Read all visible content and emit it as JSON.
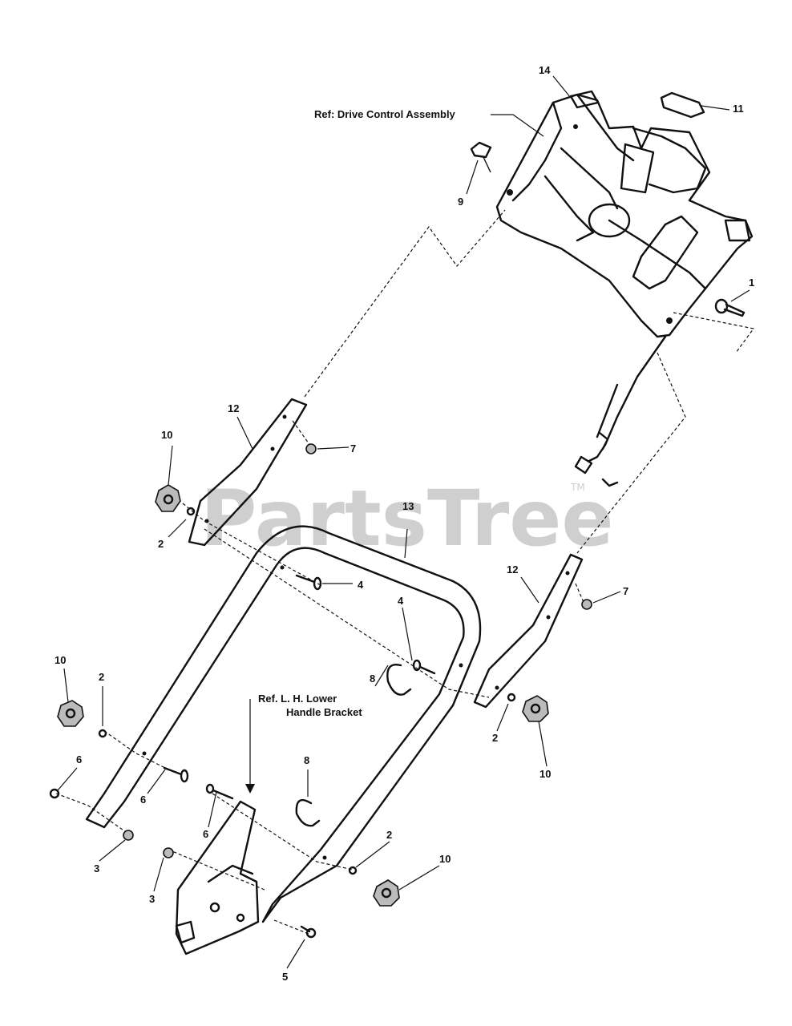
{
  "watermark": {
    "text": "PartsTree",
    "trademark": "TM"
  },
  "references": {
    "drive_control": "Ref: Drive Control Assembly",
    "lh_lower_bracket_line1": "Ref. L. H. Lower",
    "lh_lower_bracket_line2": "Handle Bracket"
  },
  "callouts": {
    "c1": "1",
    "c2a": "2",
    "c2b": "2",
    "c2c": "2",
    "c2d": "2",
    "c3a": "3",
    "c3b": "3",
    "c4a": "4",
    "c4b": "4",
    "c5": "5",
    "c6a": "6",
    "c6b": "6",
    "c6c": "6",
    "c7a": "7",
    "c7b": "7",
    "c8a": "8",
    "c8b": "8",
    "c9": "9",
    "c10a": "10",
    "c10b": "10",
    "c10c": "10",
    "c10d": "10",
    "c11": "11",
    "c12a": "12",
    "c12b": "12",
    "c13": "13",
    "c14": "14"
  }
}
